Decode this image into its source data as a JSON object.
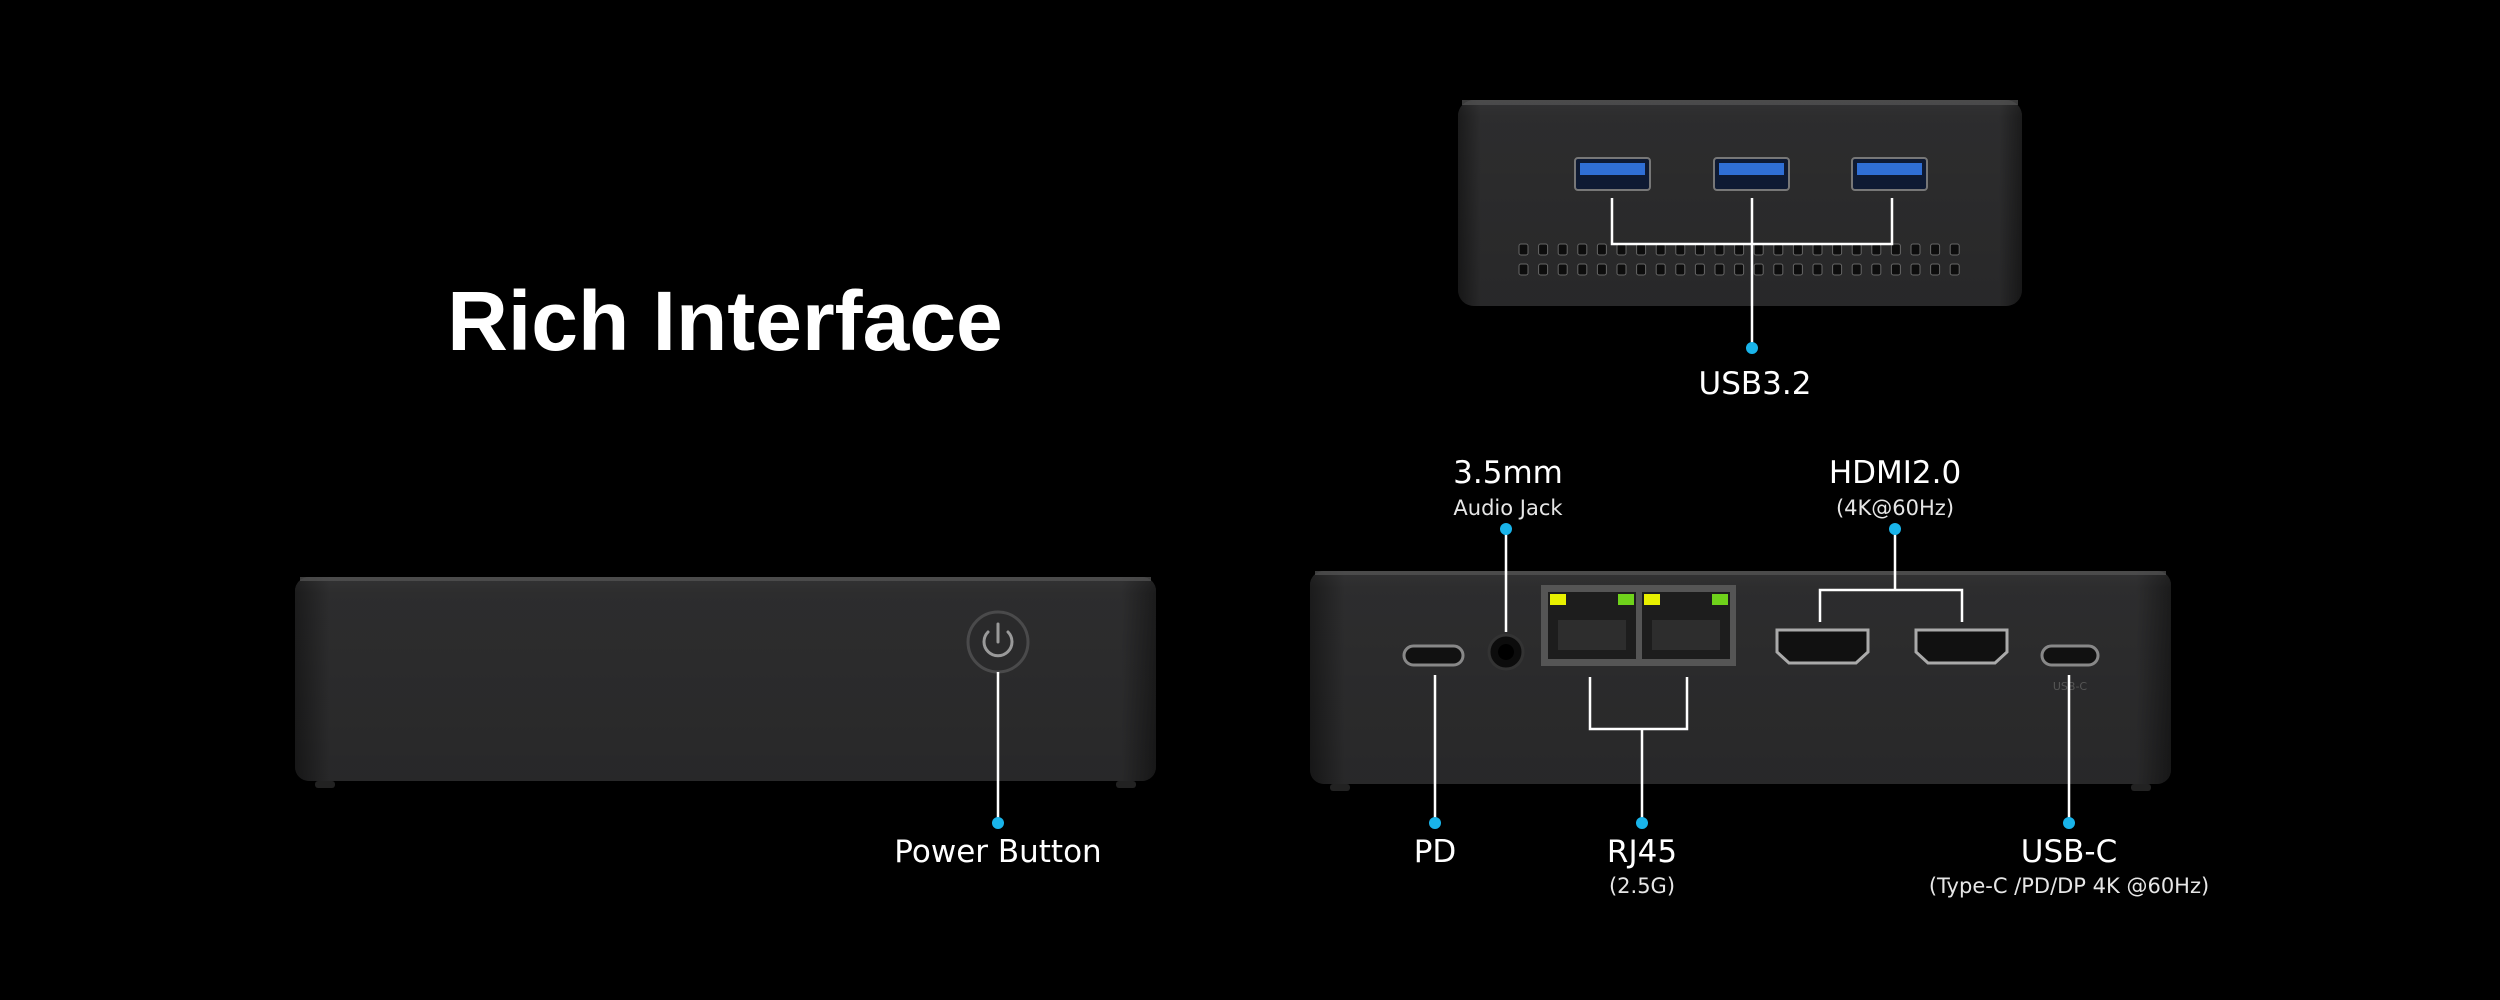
{
  "title": "Rich Interface",
  "colors": {
    "background": "#000000",
    "accent_dot": "#19b4ea",
    "device": "#2a2a2b",
    "usb_blue": "#2f6fd6"
  },
  "top_view": {
    "label": "USB3.2",
    "port_count": 3
  },
  "front_view": {
    "label": "Power Button",
    "icon": "power-icon"
  },
  "back_view": {
    "audio": {
      "label": "3.5mm",
      "sub": "Audio Jack"
    },
    "hdmi": {
      "label": "HDMI2.0",
      "sub": "(4K@60Hz)"
    },
    "pd": {
      "label": "PD"
    },
    "rj45": {
      "label": "RJ45",
      "sub": "(2.5G)"
    },
    "usbc": {
      "label": "USB-C",
      "sub": "(Type-C /PD/DP 4K @60Hz)",
      "port_text": "USB-C"
    }
  }
}
